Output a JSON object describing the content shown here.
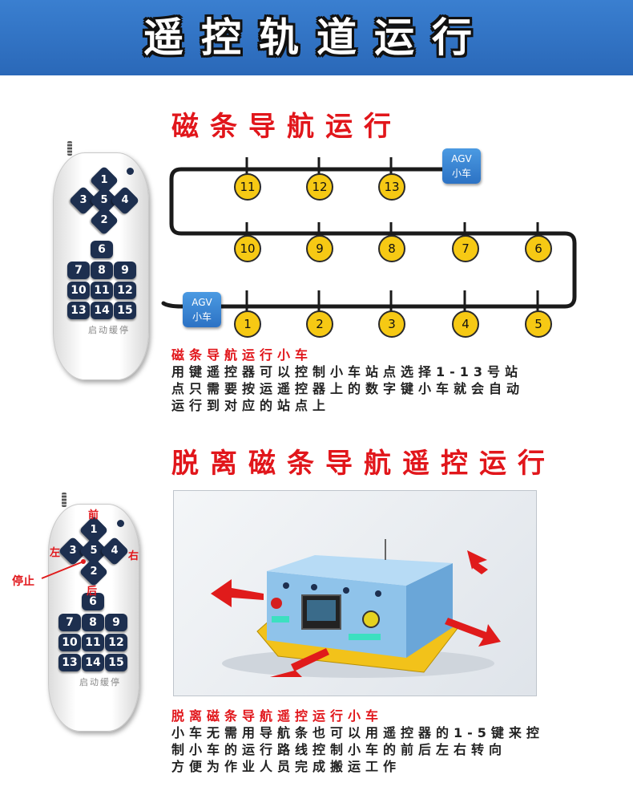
{
  "banner": {
    "title": "遥控轨道运行"
  },
  "section1": {
    "heading": "磁条导航运行",
    "desc_title": "磁条导航运行小车",
    "desc_lines": [
      "用键遥控器可以控制小车站点选择1-13号站",
      "点只需要按运遥控器上的数字键小车就会自动",
      "运行到对应的站点上"
    ]
  },
  "section2": {
    "heading": "脱离磁条导航遥控运行",
    "desc_title": "脱离磁条导航遥控运行小车",
    "desc_lines": [
      "小车无需用导航条也可以用遥控器的1-5键来控",
      "制小车的运行路线控制小车的前后左右转向",
      "方便为作业人员完成搬运工作"
    ]
  },
  "remote": {
    "brand": "启动缓停",
    "keys": [
      "6",
      "7",
      "8",
      "9",
      "10",
      "11",
      "12",
      "13",
      "14",
      "15"
    ],
    "dpad": [
      "1",
      "3",
      "5",
      "4",
      "2"
    ]
  },
  "track": {
    "stations_top": [
      "11",
      "12",
      "13"
    ],
    "stations_mid": [
      "10",
      "9",
      "8",
      "7",
      "6"
    ],
    "stations_bottom": [
      "1",
      "2",
      "3",
      "4",
      "5"
    ],
    "agv_line1": "AGV",
    "agv_line2": "小车"
  },
  "directions": {
    "front": "前",
    "back": "后",
    "left": "左",
    "right": "右",
    "stop": "停止"
  },
  "colors": {
    "banner": "#2a68b8",
    "heading_red": "#e1161b",
    "station_yellow": "#f6c914",
    "key_navy": "#1d2f4f",
    "arrow_red": "#e01b1b",
    "agv_blue": "#8fc3ea",
    "bumper_yellow": "#f2c21a"
  }
}
